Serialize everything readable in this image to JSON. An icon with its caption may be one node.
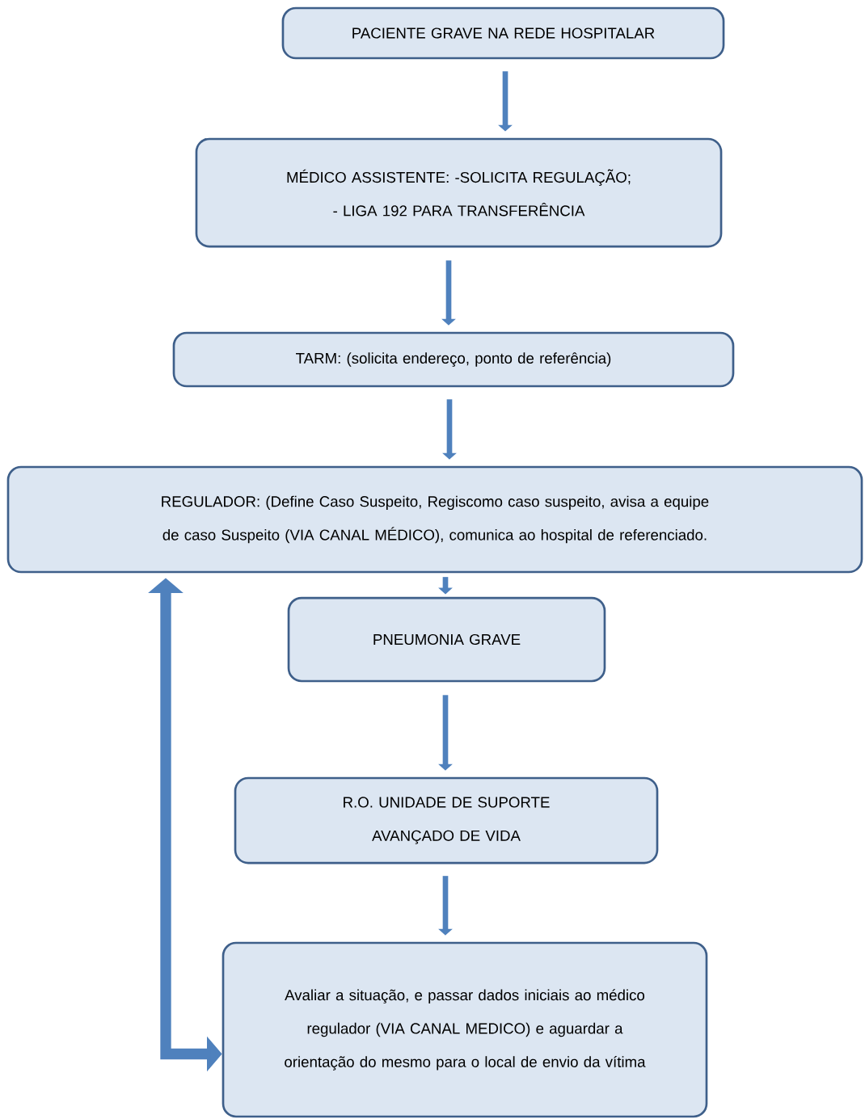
{
  "diagram": {
    "nodes": [
      {
        "text": [
          "PACIENTE GRAVE NA REDE HOSPITALAR"
        ]
      },
      {
        "text": [
          "MÉDICO ASSISTENTE: -SOLICITA REGULAÇÃO; - LIGA 192 PARA TRANSFERÊNCIA"
        ]
      },
      {
        "text": [
          "TARM: (solicita endereço, ponto de referência)"
        ]
      },
      {
        "text": [
          "REGULADOR: (Define Caso Suspeito, Regiscomo caso suspeito, avisa a equipe de caso Suspeito (VIA CANAL MÉDICO), comunica ao hospital de referenciado."
        ]
      },
      {
        "text": [
          "PNEUMONIA GRAVE"
        ]
      },
      {
        "text": [
          "R.O. UNIDADE DE SUPORTE AVANÇADO DE VIDA"
        ]
      },
      {
        "text": [
          "Avaliar a situação, e passar dados iniciais ao médico regulador (VIA CANAL MEDICO) e aguardar a orientação do mesmo para o local de envio da vítima"
        ]
      }
    ],
    "edges": [
      {
        "from": 0,
        "to": 1,
        "arrow": "to"
      },
      {
        "from": 1,
        "to": 2,
        "arrow": "to"
      },
      {
        "from": 2,
        "to": 3,
        "arrow": "to"
      },
      {
        "from": 3,
        "to": 4,
        "arrow": "to"
      },
      {
        "from": 4,
        "to": 5,
        "arrow": "to"
      },
      {
        "from": 5,
        "to": 6,
        "arrow": "to"
      },
      {
        "from": 6,
        "to": 3,
        "arrow": "both",
        "style": "thick"
      }
    ]
  }
}
